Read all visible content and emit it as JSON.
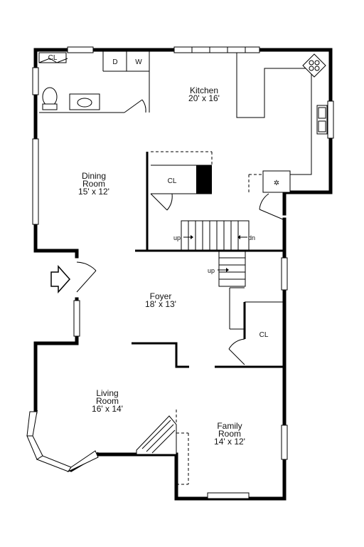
{
  "rooms": {
    "kitchen": {
      "name": "Kitchen",
      "dims": "20' x 16'"
    },
    "dining": {
      "name": "Dining",
      "name2": "Room",
      "dims": "15' x 12'"
    },
    "foyer": {
      "name": "Foyer",
      "dims": "18' x 13'"
    },
    "living": {
      "name": "Living",
      "name2": "Room",
      "dims": "16' x 14'"
    },
    "family": {
      "name": "Family",
      "name2": "Room",
      "dims": "14' x 12'"
    }
  },
  "closets": {
    "top_left": "CL",
    "center": "CL",
    "right": "CL"
  },
  "laundry": {
    "dryer": "D",
    "washer": "W"
  },
  "stairs": {
    "up_left": "up",
    "down": "dn",
    "up_lower": "up"
  }
}
